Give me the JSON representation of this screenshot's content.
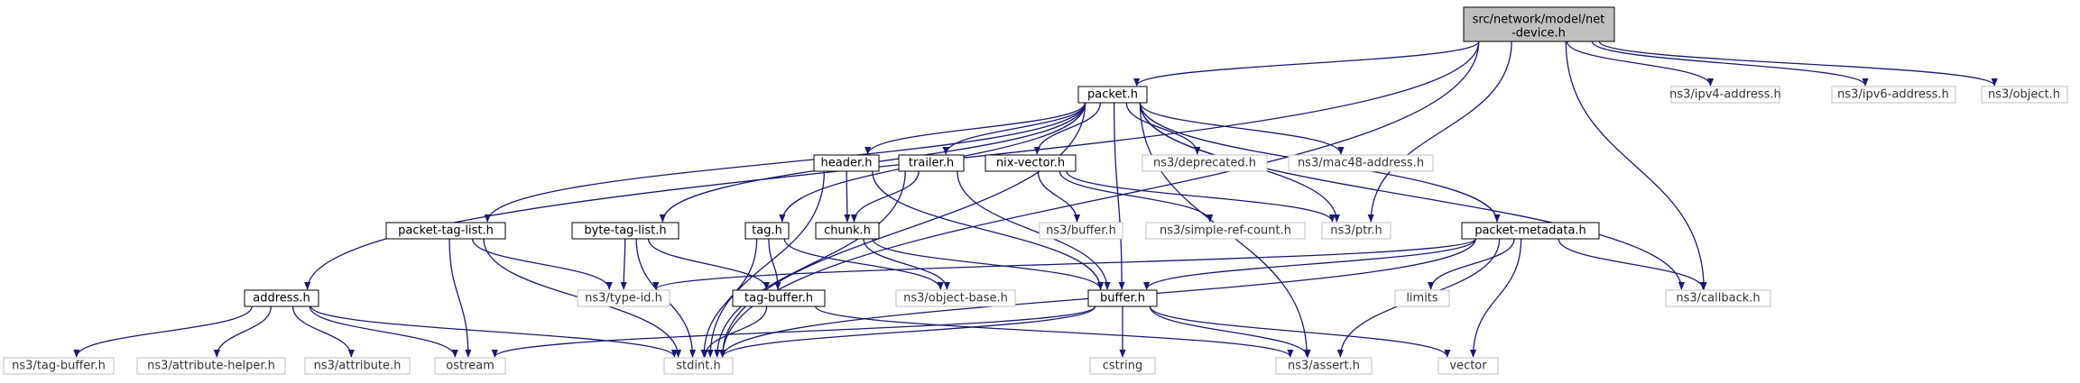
{
  "colors": {
    "edge": "#191970",
    "root_fill": "#bfbfbf",
    "weak_border": "#bfbfbf",
    "strong_border": "#000000"
  },
  "root": {
    "label_line1": "src/network/model/net",
    "label_line2": "-device.h"
  },
  "nodes": {
    "packet": "packet.h",
    "address": "address.h",
    "ipv4_address": "ns3/ipv4-address.h",
    "ipv6_address": "ns3/ipv6-address.h",
    "object": "ns3/object.h",
    "header": "header.h",
    "trailer": "trailer.h",
    "nix_vector": "nix-vector.h",
    "deprecated": "ns3/deprecated.h",
    "mac48_address": "ns3/mac48-address.h",
    "packet_tag_list": "packet-tag-list.h",
    "byte_tag_list": "byte-tag-list.h",
    "tag": "tag.h",
    "chunk": "chunk.h",
    "ns3_buffer": "ns3/buffer.h",
    "simple_ref_count": "ns3/simple-ref-count.h",
    "ptr": "ns3/ptr.h",
    "packet_metadata": "packet-metadata.h",
    "type_id": "ns3/type-id.h",
    "tag_buffer": "tag-buffer.h",
    "object_base": "ns3/object-base.h",
    "buffer": "buffer.h",
    "limits": "limits",
    "callback": "ns3/callback.h",
    "ns3_tag_buffer": "ns3/tag-buffer.h",
    "attribute_helper": "ns3/attribute-helper.h",
    "attribute": "ns3/attribute.h",
    "ostream": "ostream",
    "stdint": "stdint.h",
    "cstring": "cstring",
    "assert": "ns3/assert.h",
    "vector": "vector"
  },
  "edges": [
    [
      "root",
      "address"
    ],
    [
      "root",
      "stdint"
    ],
    [
      "root",
      "packet"
    ],
    [
      "root",
      "ptr"
    ],
    [
      "root",
      "callback"
    ],
    [
      "root",
      "ipv4_address"
    ],
    [
      "root",
      "ipv6_address"
    ],
    [
      "root",
      "object"
    ],
    [
      "packet",
      "packet_tag_list"
    ],
    [
      "packet",
      "stdint"
    ],
    [
      "packet",
      "byte_tag_list"
    ],
    [
      "packet",
      "tag"
    ],
    [
      "packet",
      "header"
    ],
    [
      "packet",
      "trailer"
    ],
    [
      "packet",
      "nix_vector"
    ],
    [
      "packet",
      "deprecated"
    ],
    [
      "packet",
      "mac48_address"
    ],
    [
      "packet",
      "ptr"
    ],
    [
      "packet",
      "packet_metadata"
    ],
    [
      "packet",
      "buffer"
    ],
    [
      "packet",
      "assert"
    ],
    [
      "packet",
      "callback"
    ],
    [
      "header",
      "chunk"
    ],
    [
      "header",
      "stdint"
    ],
    [
      "header",
      "buffer"
    ],
    [
      "trailer",
      "chunk"
    ],
    [
      "trailer",
      "buffer"
    ],
    [
      "trailer",
      "stdint"
    ],
    [
      "nix_vector",
      "ns3_buffer"
    ],
    [
      "nix_vector",
      "simple_ref_count"
    ],
    [
      "nix_vector",
      "ptr"
    ],
    [
      "packet_tag_list",
      "type_id"
    ],
    [
      "packet_tag_list",
      "ostream"
    ],
    [
      "packet_tag_list",
      "stdint"
    ],
    [
      "byte_tag_list",
      "type_id"
    ],
    [
      "byte_tag_list",
      "tag_buffer"
    ],
    [
      "byte_tag_list",
      "stdint"
    ],
    [
      "tag",
      "tag_buffer"
    ],
    [
      "tag",
      "object_base"
    ],
    [
      "tag",
      "stdint"
    ],
    [
      "chunk",
      "object_base"
    ],
    [
      "chunk",
      "buffer"
    ],
    [
      "packet_metadata",
      "type_id"
    ],
    [
      "packet_metadata",
      "buffer"
    ],
    [
      "packet_metadata",
      "limits"
    ],
    [
      "packet_metadata",
      "callback"
    ],
    [
      "packet_metadata",
      "stdint"
    ],
    [
      "packet_metadata",
      "assert"
    ],
    [
      "packet_metadata",
      "vector"
    ],
    [
      "tag_buffer",
      "stdint"
    ],
    [
      "tag_buffer",
      "assert"
    ],
    [
      "buffer",
      "stdint"
    ],
    [
      "buffer",
      "ostream"
    ],
    [
      "buffer",
      "cstring"
    ],
    [
      "buffer",
      "assert"
    ],
    [
      "buffer",
      "vector"
    ],
    [
      "address",
      "ns3_tag_buffer"
    ],
    [
      "address",
      "attribute_helper"
    ],
    [
      "address",
      "attribute"
    ],
    [
      "address",
      "ostream"
    ],
    [
      "address",
      "stdint"
    ]
  ]
}
